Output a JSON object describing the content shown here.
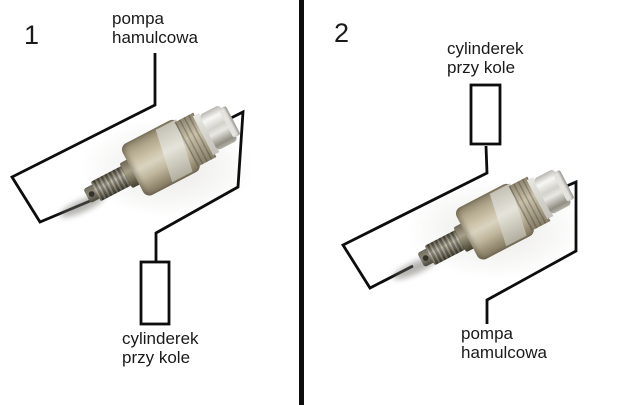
{
  "diagram": {
    "photo": "brake-residual-pressure-valve-photo",
    "panels": [
      {
        "number": "1",
        "labels": {
          "master": "pompa\nhamulcowa",
          "wheel": "cylinderek\nprzy kole"
        }
      },
      {
        "number": "2",
        "labels": {
          "wheel": "cylinderek\nprzy kole",
          "master": "pompa\nhamulcowa"
        }
      }
    ]
  },
  "colors": {
    "line": "#0d0d0d",
    "text": "#1a1a1a",
    "background": "#ffffff",
    "valve-body": "#cfc6ad",
    "valve-cap": "#e9e8e3",
    "valve-thread": "#55513f"
  }
}
